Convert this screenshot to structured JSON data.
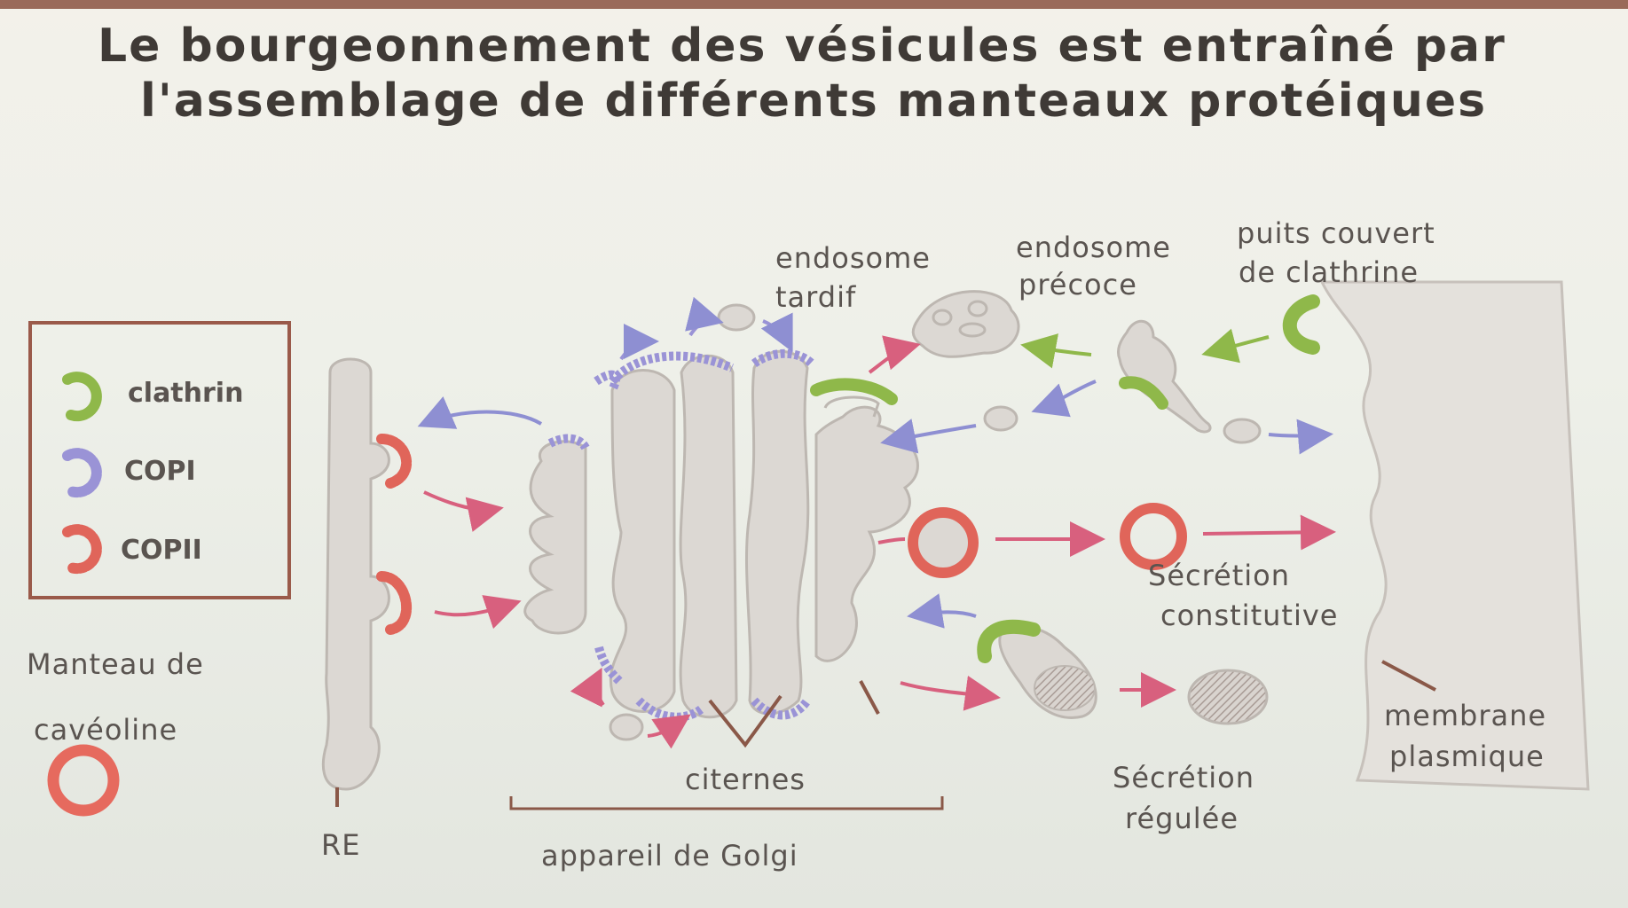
{
  "title": {
    "line1": "Le bourgeonnement des vésicules est entraîné par",
    "line2": "l'assemblage de différents manteaux protéiques"
  },
  "legend": {
    "items": [
      {
        "label": "clathrin",
        "color": "#8fb84a"
      },
      {
        "label": "COPI",
        "color": "#9a93d6"
      },
      {
        "label": "COPII",
        "color": "#e0655a"
      }
    ]
  },
  "caveolin": {
    "line1": "Manteau de",
    "line2": "cavéoline",
    "color": "#e66a5e"
  },
  "labels": {
    "late_endosome_1": "endosome",
    "late_endosome_2": "tardif",
    "early_endosome_1": "endosome",
    "early_endosome_2": "précoce",
    "clathrin_pit_1": "puits couvert",
    "clathrin_pit_2": "de clathrine",
    "constitutive_1": "Sécrétion",
    "constitutive_2": "constitutive",
    "membrane_1": "membrane",
    "membrane_2": "plasmique",
    "regulated_1": "Sécrétion",
    "regulated_2": "régulée",
    "cisternae": "citernes",
    "er": "RE",
    "golgi": "appareil de Golgi"
  },
  "colors": {
    "organelle_fill": "#dcd8d3",
    "organelle_stroke": "#bdb7b1",
    "arrow_pink": "#d8607e",
    "arrow_blue": "#8e8fd2",
    "arrow_green": "#8fb84a",
    "leader": "#8a5848"
  }
}
